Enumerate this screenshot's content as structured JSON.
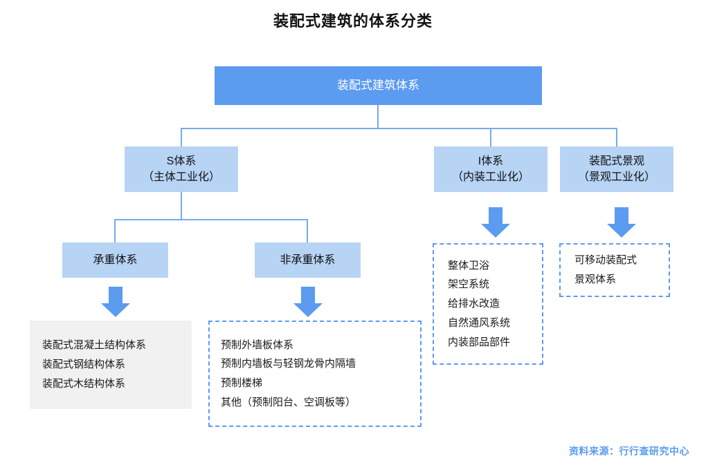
{
  "page": {
    "title": "装配式建筑的体系分类",
    "source_note": "资料来源：行行查研究中心",
    "colors": {
      "accent_blue": "#5B9BF0",
      "light_blue": "#B7D4F5",
      "connector_blue": "#74A9F2",
      "gray_box": "#F1F1F1",
      "title_text": "#111111",
      "body_text": "#1a1a1a"
    }
  },
  "diagram": {
    "type": "tree",
    "root": {
      "label": "装配式建筑体系"
    },
    "level2": [
      {
        "id": "s-system",
        "line1": "S体系",
        "line2": "（主体工业化）"
      },
      {
        "id": "i-system",
        "line1": "I体系",
        "line2": "（内装工业化）"
      },
      {
        "id": "landscape-system",
        "line1": "装配式景观",
        "line2": "（景观工业化）"
      }
    ],
    "level3": [
      {
        "id": "load-bearing",
        "label": "承重体系"
      },
      {
        "id": "non-load-bearing",
        "label": "非承重体系"
      }
    ],
    "leaf_groups": [
      {
        "id": "load-bearing-items",
        "style": "gray",
        "items": [
          "装配式混凝土结构体系",
          "装配式钢结构体系",
          "装配式木结构体系"
        ]
      },
      {
        "id": "non-load-bearing-items",
        "style": "dashed",
        "items": [
          "预制外墙板体系",
          "预制内墙板与轻钢龙骨内隔墙",
          "预制楼梯",
          "其他（预制阳台、空调板等）"
        ]
      },
      {
        "id": "interior-items",
        "style": "dashed",
        "items": [
          "整体卫浴",
          "架空系统",
          "给排水改造",
          "自然通风系统",
          "内装部品部件"
        ]
      },
      {
        "id": "landscape-items",
        "style": "dashed",
        "items": [
          "可移动装配式",
          "景观体系"
        ]
      }
    ]
  }
}
